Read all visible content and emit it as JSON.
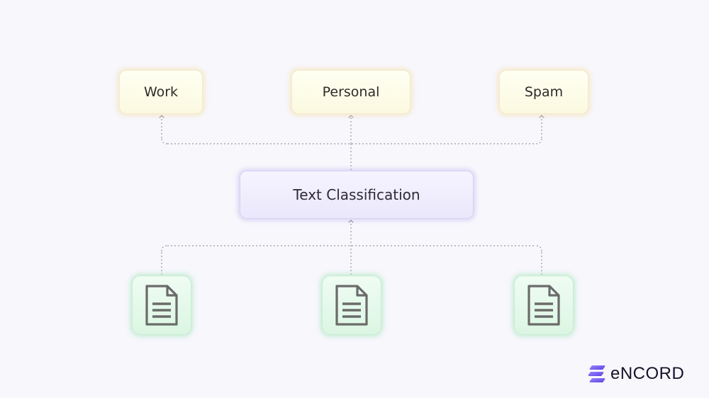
{
  "diagram": {
    "categories": [
      "Work",
      "Personal",
      "Spam"
    ],
    "classifier_label": "Text Classification",
    "documents": [
      {
        "icon": "document-icon"
      },
      {
        "icon": "document-icon"
      },
      {
        "icon": "document-icon"
      }
    ]
  },
  "brand": {
    "name": "eNCORD",
    "icon": "encord-logo-icon",
    "color": "#7b61ff"
  },
  "colors": {
    "background": "#f7f7fc",
    "category_fill": "#fdfbe6",
    "classifier_fill": "#eeebfd",
    "document_tile_fill": "#e4f8ea",
    "document_icon": "#6b6b6b",
    "connector": "#9a9aa6"
  }
}
